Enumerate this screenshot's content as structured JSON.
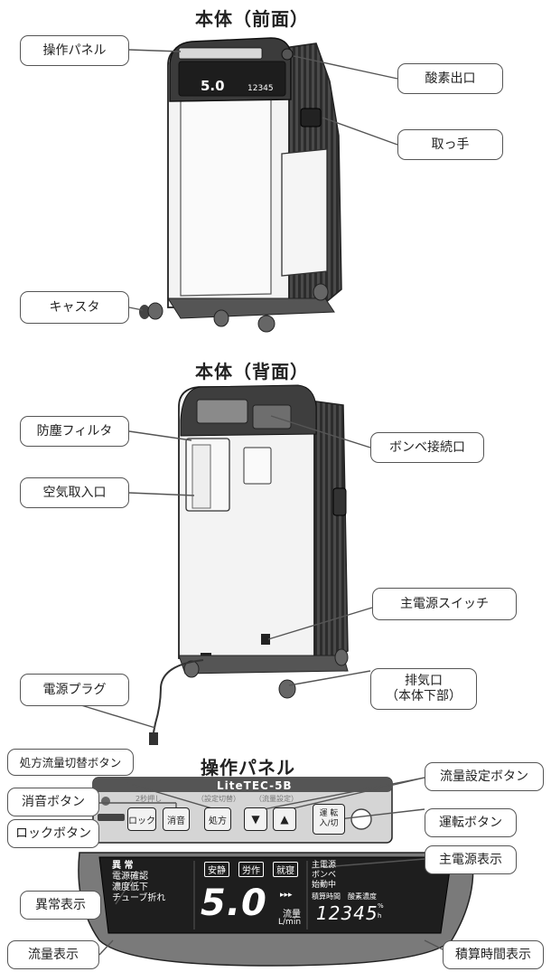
{
  "sections": {
    "front_title": "本体（前面）",
    "back_title": "本体（背面）",
    "panel_title": "操作パネル"
  },
  "callouts": {
    "operation_panel": "操作パネル",
    "oxygen_outlet": "酸素出口",
    "handle": "取っ手",
    "caster": "キャスタ",
    "dust_filter": "防塵フィルタ",
    "cylinder_connector": "ボンベ接続口",
    "air_intake": "空気取入口",
    "main_power_switch": "主電源スイッチ",
    "power_plug": "電源プラグ",
    "exhaust_line1": "排気口",
    "exhaust_line2": "（本体下部）",
    "prescription_flow_button": "処方流量切替ボタン",
    "mute_button": "消音ボタン",
    "lock_button": "ロックボタン",
    "flow_setting_button": "流量設定ボタン",
    "run_button": "運転ボタン",
    "error_display": "異常表示",
    "main_power_display": "主電源表示",
    "flow_display": "流量表示",
    "hours_display": "積算時間表示"
  },
  "device": {
    "brand": "LiteTEC-5B",
    "front_lcd_flow": "5.0",
    "front_lcd_hours": "12345"
  },
  "panel": {
    "hold_hint": "2秒押し",
    "rx_hint": "（設定切替）",
    "flow_hint": "（流量設定）",
    "lock_label": "ロック",
    "mute_label": "消音",
    "rx_label": "処方",
    "down_symbol": "▼",
    "up_symbol": "▲",
    "run_label_1": "運 転",
    "run_label_2": "入/切"
  },
  "display": {
    "alarm": "異 常",
    "power_check": "電源確認",
    "low_concentration": "濃度低下",
    "tube_kink": "チューブ折れ",
    "mode_rest": "安静",
    "mode_exertion": "労作",
    "mode_sleep": "就寝",
    "flow_value": "5.0",
    "flow_arrows": "▸▸▸",
    "flow_label": "流量",
    "flow_unit": "L/min",
    "main_power": "主電源",
    "cylinder": "ボンベ",
    "starting": "始動中",
    "hours_label": "積算時間",
    "conc_label": "酸素濃度",
    "hours_value": "12345",
    "unit_percent": "%",
    "unit_hour": "h"
  }
}
